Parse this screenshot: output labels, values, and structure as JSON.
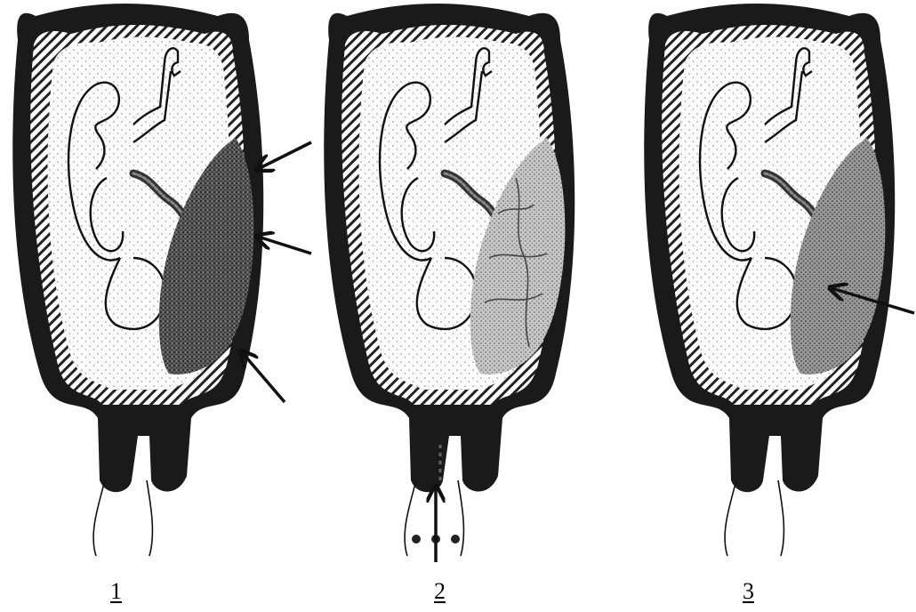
{
  "panels": [
    {
      "id": "panel-1",
      "label": "1"
    },
    {
      "id": "panel-2",
      "label": "2"
    },
    {
      "id": "panel-3",
      "label": "3"
    }
  ],
  "colors": {
    "ink": "#111111",
    "placenta_dark": "#3a3a3a",
    "placenta_light": "#9a9a9a",
    "fluid_dots": "#8a8a8a",
    "background": "#ffffff"
  }
}
